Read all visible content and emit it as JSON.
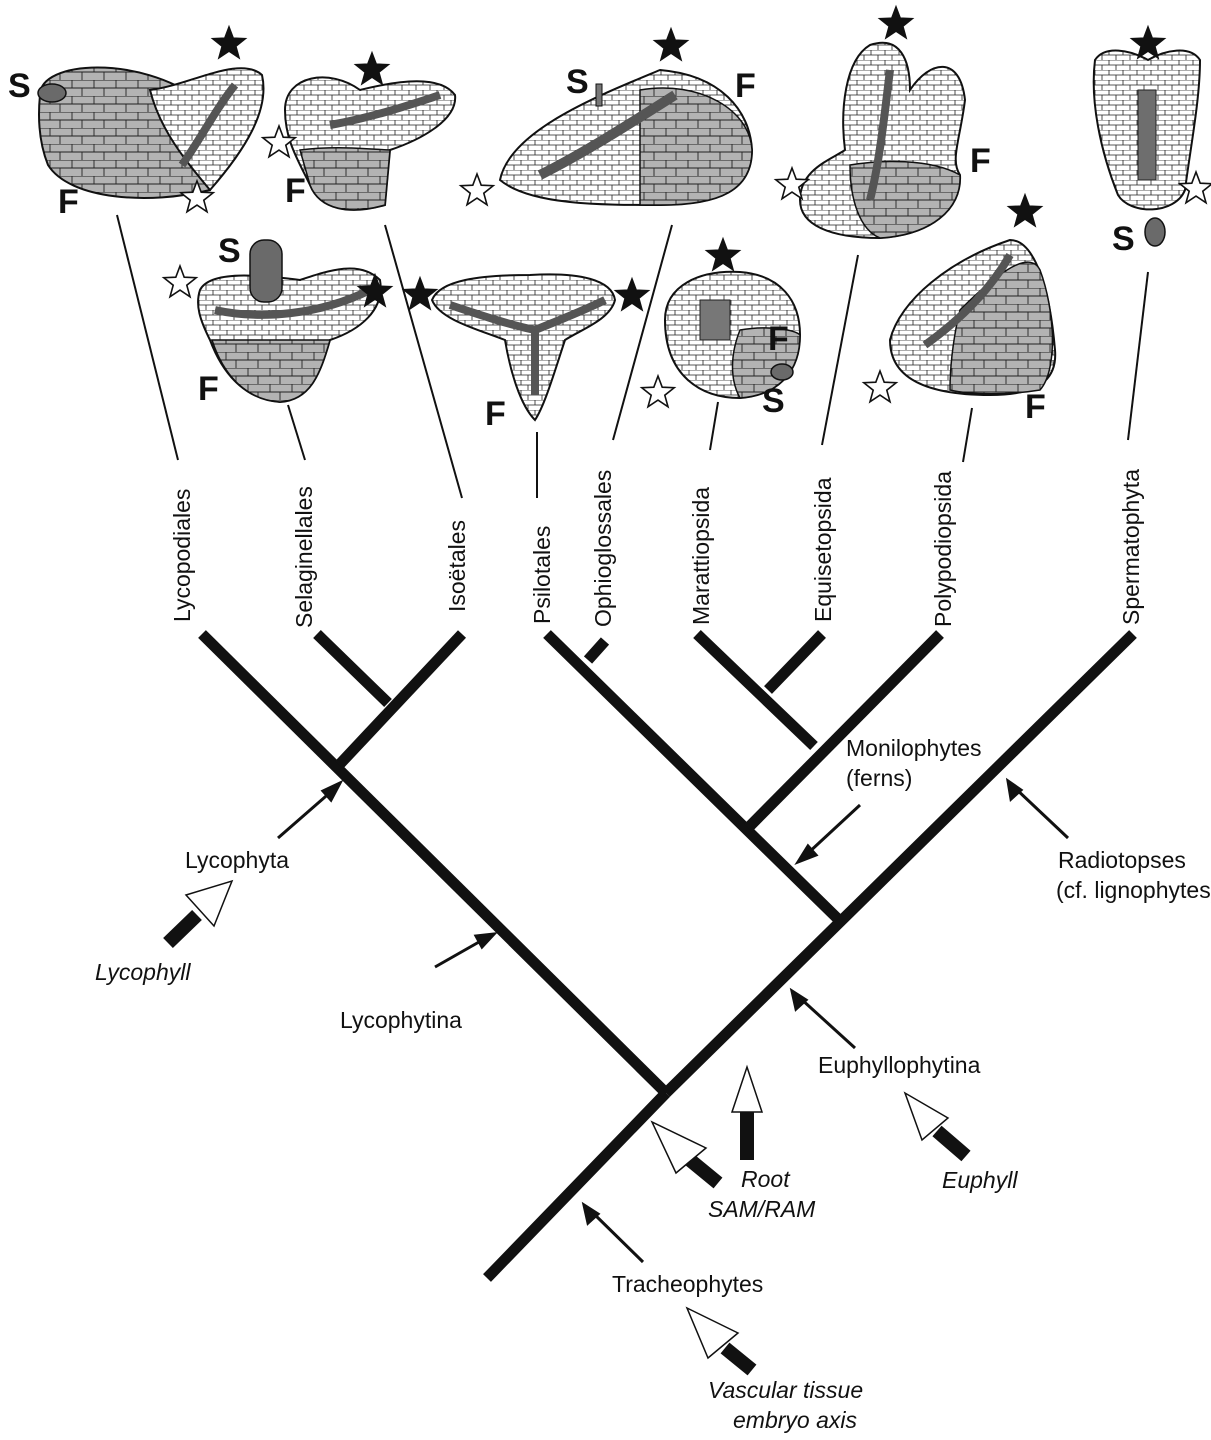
{
  "figure": {
    "taxa": [
      "Lycopodiales",
      "Selaginellales",
      "Isoëtales",
      "Psilotales",
      "Ophioglossales",
      "Marattiopsida",
      "Equisetopsida",
      "Polypodiopsida",
      "Spermatophyta"
    ],
    "clades": {
      "lycophyta": "Lycophyta",
      "lycophytina": "Lycophytina",
      "monilophytes_1": "Monilophytes",
      "monilophytes_2": "(ferns)",
      "radiatopses_1": "Radiotopses",
      "radiatopses_2": "(cf. lignophytes)",
      "euphyllophytina": "Euphyllophytina",
      "tracheophytes": "Tracheophytes"
    },
    "traits": {
      "lycophyll": "Lycophyll",
      "root_1": "Root",
      "root_2": "SAM/RAM",
      "euphyll": "Euphyll",
      "vascular_1": "Vascular tissue",
      "vascular_2": "embryo axis"
    },
    "embryo_letters": {
      "shoot": "S",
      "foot": "F"
    },
    "colors": {
      "ink": "#111111",
      "tissue_light": "#ffffff",
      "tissue_mid": "#b0b0b0",
      "tissue_dark": "#6e6e6e"
    }
  }
}
